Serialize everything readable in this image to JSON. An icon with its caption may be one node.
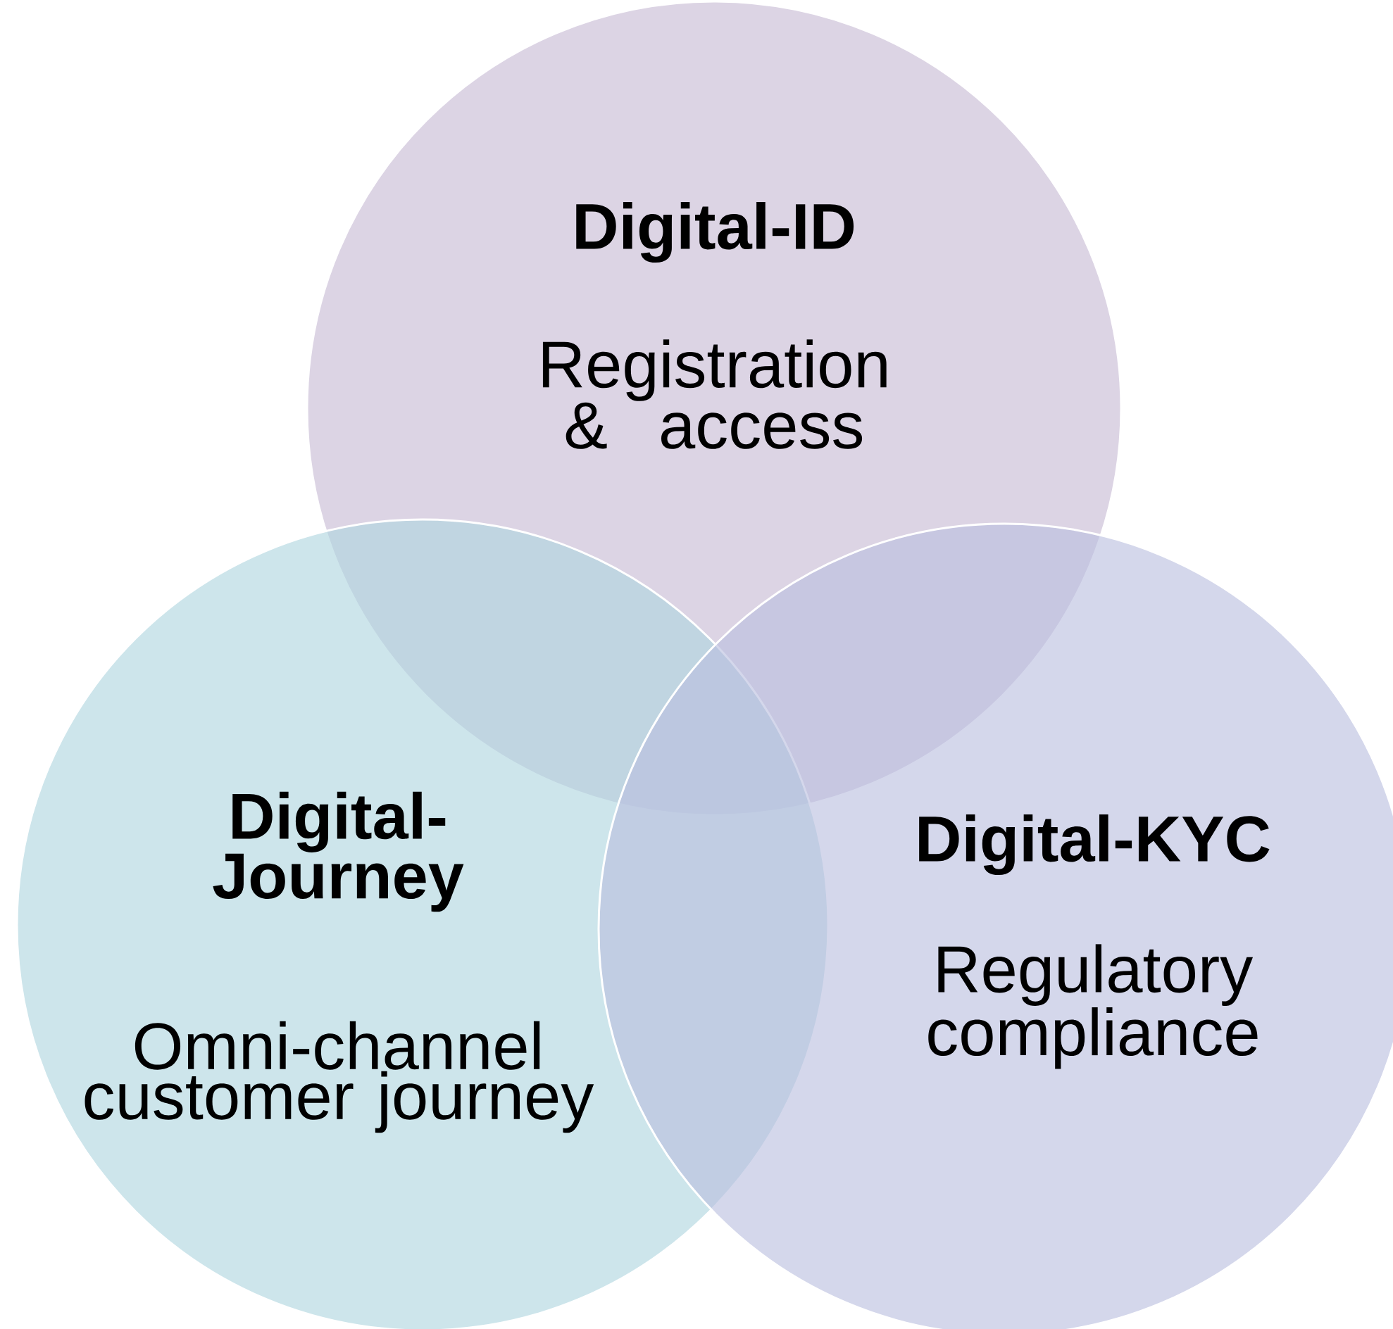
{
  "diagram": {
    "nodes": [
      {
        "text": [
          "Digital-ID",
          "Registration & access"
        ]
      },
      {
        "text": [
          "Digital-Journey",
          "Omni-channel customer journey"
        ]
      },
      {
        "text": [
          "Digital-KYC",
          "Regulatory compliance"
        ]
      }
    ]
  }
}
